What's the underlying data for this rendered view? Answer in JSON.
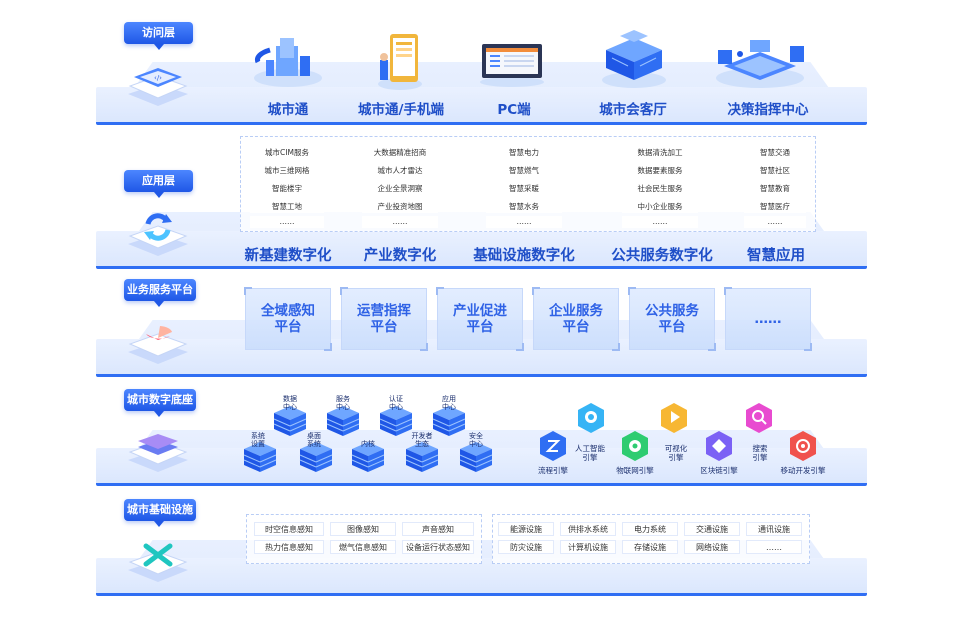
{
  "colors": {
    "primary": "#1f57e6",
    "accent_text": "#1f4fc8",
    "plate": "#dbe7fd"
  },
  "access_layer": {
    "tag": "访问层",
    "devices": [
      "城市通",
      "城市通/手机端",
      "PC端",
      "城市会客厅",
      "决策指挥中心"
    ],
    "icon": "monitor-code-icon"
  },
  "app_layer": {
    "tag": "应用层",
    "icon": "sync-arrows-icon",
    "columns": [
      {
        "title": "新基建数字化",
        "items": [
          "城市CIM服务",
          "城市三维网格",
          "智能楼宇",
          "智慧工地",
          "……"
        ]
      },
      {
        "title": "产业数字化",
        "items": [
          "大数据精准招商",
          "城市人才雷达",
          "企业全景洞察",
          "产业投资地图",
          "……"
        ]
      },
      {
        "title": "基础设施数字化",
        "items": [
          "智慧电力",
          "智慧燃气",
          "智慧采暖",
          "智慧水务",
          "……"
        ]
      },
      {
        "title": "公共服务数字化",
        "items": [
          "数据清洗加工",
          "数据要素服务",
          "社会民生服务",
          "中小企业服务",
          "……"
        ]
      },
      {
        "title": "智慧应用",
        "items": [
          "智慧交通",
          "智慧社区",
          "智慧教育",
          "智慧医疗",
          "……"
        ]
      }
    ]
  },
  "business_layer": {
    "tag": "业务服务平台",
    "icon": "pie-chart-icon",
    "platforms": [
      {
        "line1": "全域感知",
        "line2": "平台"
      },
      {
        "line1": "运营指挥",
        "line2": "平台"
      },
      {
        "line1": "产业促进",
        "line2": "平台"
      },
      {
        "line1": "企业服务",
        "line2": "平台"
      },
      {
        "line1": "公共服务",
        "line2": "平台"
      },
      {
        "line1": "……",
        "line2": ""
      }
    ]
  },
  "base_layer": {
    "tag": "城市数字底座",
    "icon": "layers-icon",
    "centers_top": [
      "数据\n中心",
      "服务\n中心",
      "认证\n中心",
      "应用\n中心"
    ],
    "centers_bottom": [
      "系统\n设置",
      "桌面\n系统",
      "内核",
      "开发者\n生态",
      "安全\n中心"
    ],
    "engines_top": [
      "人工智能\n引擎",
      "可视化\n引擎",
      "搜索\n引擎"
    ],
    "engines_bottom": [
      "流程引擎",
      "物联网引擎",
      "区块链引擎",
      "移动开发引擎"
    ]
  },
  "infra_layer": {
    "tag": "城市基础设施",
    "icon": "tools-icon",
    "perception": [
      "时空信息感知",
      "图像感知",
      "声音感知",
      "热力信息感知",
      "燃气信息感知",
      "设备运行状态感知"
    ],
    "facilities": [
      "能源设施",
      "供排水系统",
      "电力系统",
      "交通设施",
      "通讯设施",
      "防灾设施",
      "计算机设施",
      "存储设施",
      "网络设施",
      "……"
    ]
  }
}
